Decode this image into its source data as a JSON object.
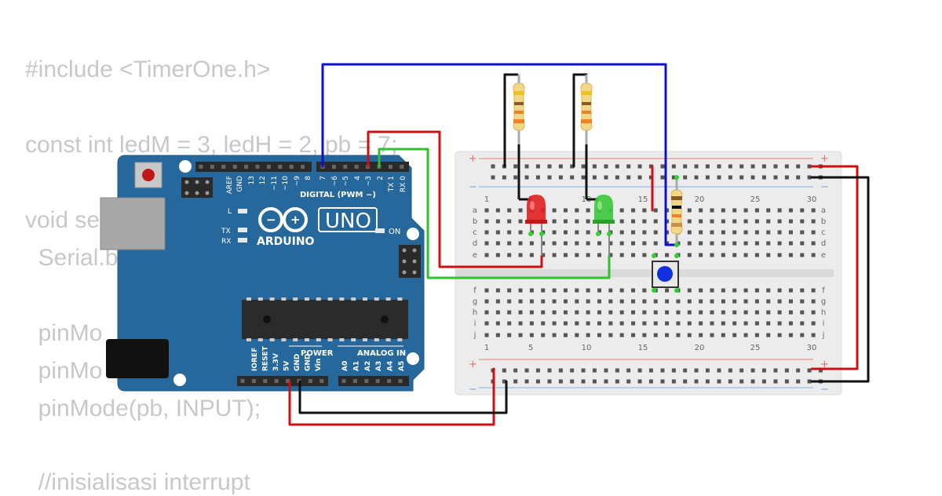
{
  "code_lines": [
    "#include <TimerOne.h>",
    "const int ledM = 3, ledH = 2, pb = 7;",
    "void se",
    "  Serial.b",
    "  pinMo",
    "  pinMo",
    "  pinMode(pb, INPUT);",
    "  //inisialisasi interrupt"
  ],
  "arduino": {
    "brand": "ARDUINO",
    "model": "UNO",
    "digital_label": "DIGITAL (PWM ~)",
    "power_label": "POWER",
    "analog_label": "ANALOG IN",
    "on_label": "ON",
    "l_label": "L",
    "tx_label": "TX",
    "rx_label": "RX",
    "digital_pins": [
      "AREF",
      "GND",
      "13",
      "12",
      "~11",
      "~10",
      "~9",
      "8",
      "7",
      "~6",
      "~5",
      "4",
      "~3",
      "2",
      "TX 1",
      "RX 0"
    ],
    "power_pins": [
      "IOREF",
      "RESET",
      "3.3V",
      "5V",
      "GND",
      "GND",
      "Vin"
    ],
    "analog_pins": [
      "A0",
      "A1",
      "A2",
      "A3",
      "A4",
      "A5"
    ]
  },
  "breadboard": {
    "column_numbers": [
      "1",
      "5",
      "10",
      "15",
      "20",
      "25",
      "30"
    ],
    "row_letters_top": [
      "a",
      "b",
      "c",
      "d",
      "e"
    ],
    "row_letters_bottom": [
      "f",
      "g",
      "h",
      "i",
      "j"
    ],
    "plus_symbol": "+",
    "minus_symbol": "−"
  },
  "components": {
    "led_colors": [
      "#e02020",
      "#3cc83c"
    ],
    "wire_colors": {
      "blue": "#1010cc",
      "red": "#d01010",
      "green": "#30c030",
      "black": "#111111"
    },
    "button_color": "#1030e0"
  }
}
